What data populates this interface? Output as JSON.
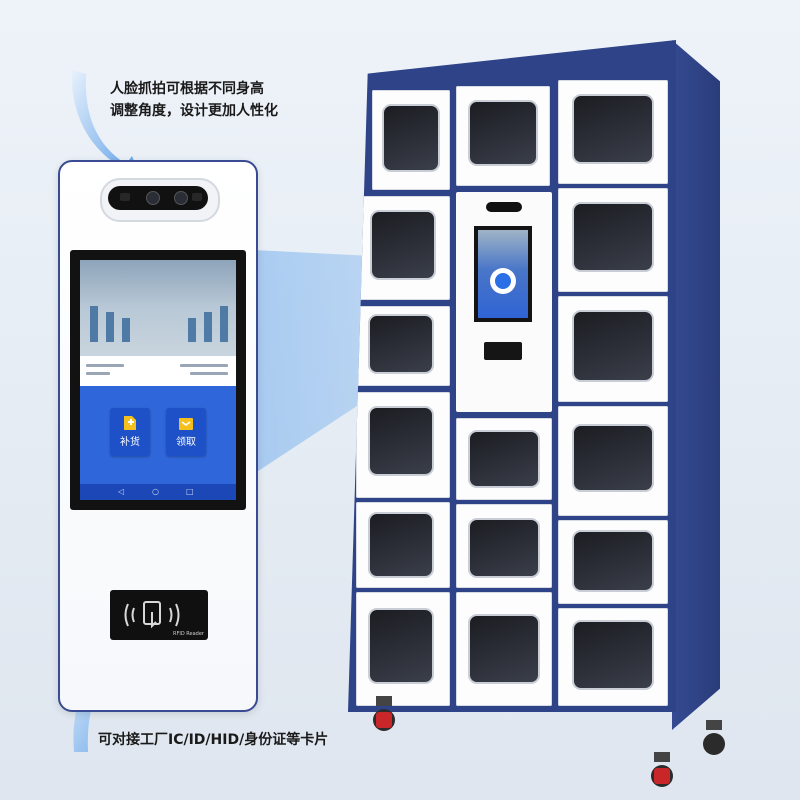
{
  "captions": {
    "face_capture_line1": "人脸抓拍可根据不同身高",
    "face_capture_line2": "调整角度，设计更加人性化",
    "card_support": "可对接工厂IC/ID/HID/身份证等卡片"
  },
  "screen": {
    "buttons": [
      {
        "label": "补货",
        "icon": "replenish-icon"
      },
      {
        "label": "领取",
        "icon": "collect-icon"
      }
    ],
    "nav_keys": [
      "◁",
      "○",
      "□"
    ]
  },
  "card_reader": {
    "label": "RFID Reader",
    "icon": "card-tap-icon"
  },
  "colors": {
    "cabinet_frame": "#2f4389",
    "door": "#fdfdfd",
    "screen_blue": "#2f66d9",
    "button_blue": "#1e50c8",
    "accent_outline": "#3a4b93",
    "arrow_blue": "#6aa8ea"
  }
}
